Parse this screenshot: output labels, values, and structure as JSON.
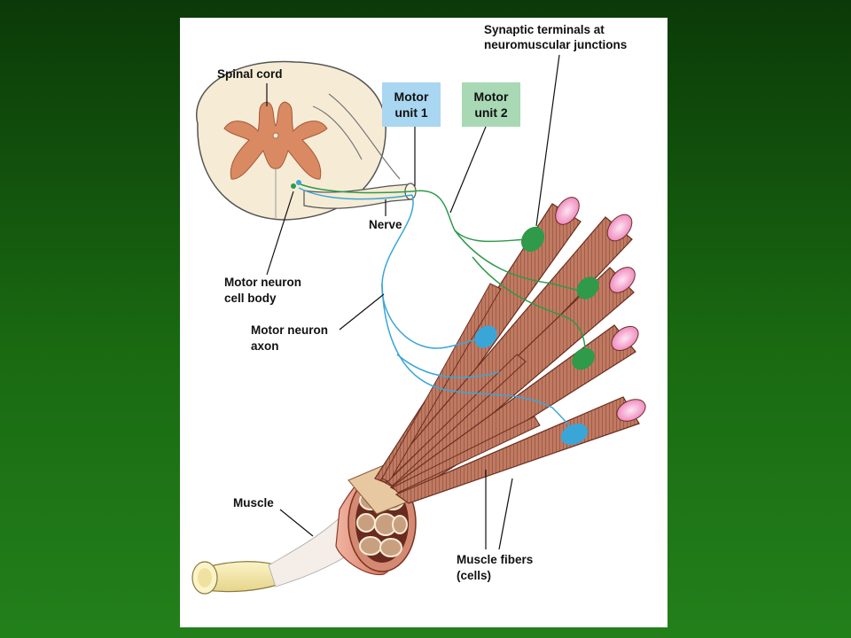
{
  "labels": {
    "synaptic_line1": "Synaptic terminals at",
    "synaptic_line2": "neuromuscular junctions",
    "spinal_cord": "Spinal cord",
    "motor_unit1_line1": "Motor",
    "motor_unit1_line2": "unit 1",
    "motor_unit2_line1": "Motor",
    "motor_unit2_line2": "unit 2",
    "nerve": "Nerve",
    "cell_body_line1": "Motor neuron",
    "cell_body_line2": "cell body",
    "axon_line1": "Motor neuron",
    "axon_line2": "axon",
    "muscle": "Muscle",
    "fibers_line1": "Muscle fibers",
    "fibers_line2": "(cells)"
  },
  "colors": {
    "background_green": "#1a6a12",
    "panel": "#ffffff",
    "unit1_box": "#a9d6f0",
    "unit2_box": "#a8d8b4",
    "unit1_axon": "#3aa6d8",
    "unit2_axon": "#2e9a4a",
    "gray_matter": "#d98a62",
    "white_matter": "#f6ecd6",
    "muscle_fiber": "#b8705a",
    "fiber_end": "#f4a0c8"
  },
  "icons": {
    "spinal_cord": "spinal-cord-cross-section",
    "muscle": "muscle-bundle",
    "fiber": "muscle-fiber",
    "junction": "synaptic-terminal"
  }
}
